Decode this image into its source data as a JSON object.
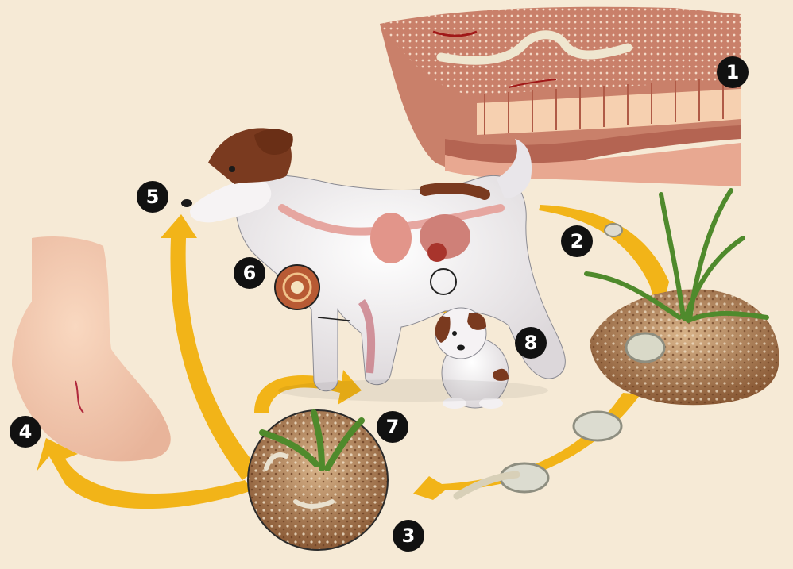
{
  "steps": [
    {
      "label": "1"
    },
    {
      "label": "2"
    },
    {
      "label": "3"
    },
    {
      "label": "4"
    },
    {
      "label": "5"
    },
    {
      "label": "6"
    },
    {
      "label": "7"
    },
    {
      "label": "8"
    }
  ],
  "colors": {
    "background": "#f6ead6",
    "arrow": "#f2b418",
    "badge": "#111111"
  }
}
